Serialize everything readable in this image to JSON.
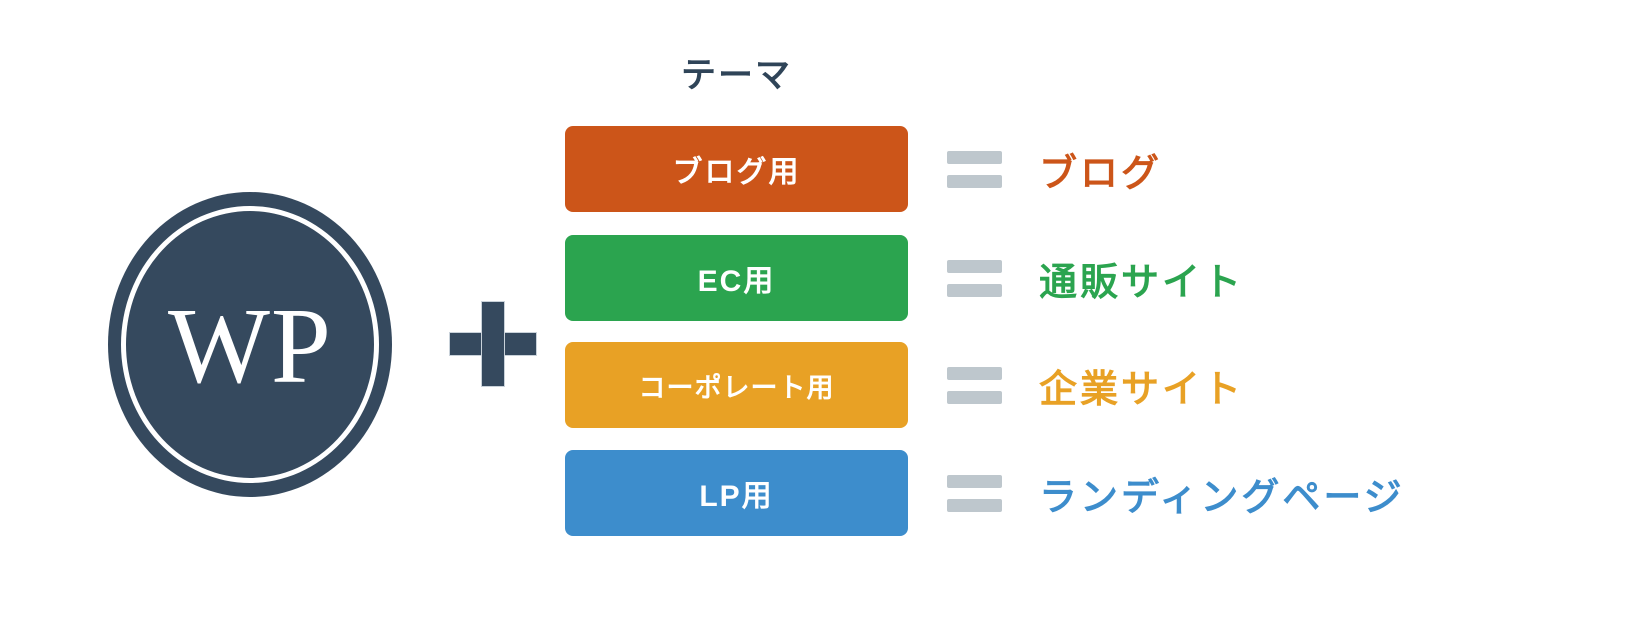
{
  "platform": {
    "logo_text": "WP",
    "logo_color": "#35495e",
    "ring_color": "#ffffff"
  },
  "operator": {
    "symbol": "plus",
    "color": "#35495e"
  },
  "theme_column": {
    "header": "テーマ",
    "header_color": "#2f4458"
  },
  "equals_icon": {
    "name": "equals-icon",
    "color": "#bec7cd"
  },
  "rows": [
    {
      "chip_label": "ブログ用",
      "chip_color": "#cc5519",
      "result_label": "ブログ",
      "result_color": "#cc5519",
      "chip_text_color": "#ffffff"
    },
    {
      "chip_label": "EC用",
      "chip_color": "#2ba44f",
      "result_label": "通販サイト",
      "result_color": "#2ba44f",
      "chip_text_color": "#ffffff"
    },
    {
      "chip_label": "コーポレート用",
      "chip_color": "#e8a125",
      "result_label": "企業サイト",
      "result_color": "#e8a125",
      "chip_text_color": "#ffffff"
    },
    {
      "chip_label": "LP用",
      "chip_color": "#3d8dcc",
      "result_label": "ランディングページ",
      "result_color": "#3d8dcc",
      "chip_text_color": "#ffffff"
    }
  ]
}
